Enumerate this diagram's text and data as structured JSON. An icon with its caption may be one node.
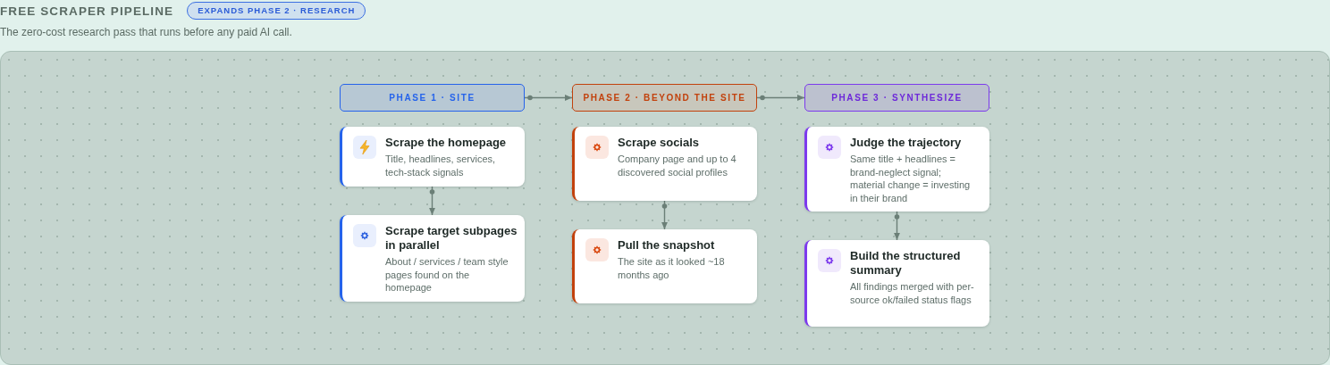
{
  "diagram": {
    "title": "FREE SCRAPER PIPELINE",
    "caption": "The zero-cost research pass that runs before any paid AI call.",
    "nodes": [
      {
        "text": [
          "PHASE 1 · SITE"
        ]
      },
      {
        "text": [
          "Scrape the homepage",
          "Title, headlines, services, tech-stack signals"
        ]
      },
      {
        "text": [
          "Scrape target subpages in parallel",
          "About / services / team style pages found on the homepage"
        ]
      },
      {
        "text": [
          "PHASE 2 · BEYOND THE SITE"
        ]
      },
      {
        "text": [
          "Scrape socials",
          "Company page and up to 4 discovered social profiles"
        ]
      },
      {
        "text": [
          "Pull the snapshot",
          "The site as it looked ~18 months ago"
        ]
      },
      {
        "text": [
          "PHASE 3 · SYNTHESIZE"
        ]
      },
      {
        "text": [
          "Judge the trajectory",
          "Same title + headlines = brand-neglect signal; material change = investing in their brand"
        ]
      },
      {
        "text": [
          "Build the structured summary",
          "All findings merged with per-source ok/failed status flags"
        ]
      }
    ],
    "edges": [
      {
        "from": 0,
        "to": 3,
        "arrow": "to"
      },
      {
        "from": 3,
        "to": 6,
        "arrow": "to"
      },
      {
        "from": 1,
        "to": 2,
        "arrow": "to"
      },
      {
        "from": 4,
        "to": 5,
        "arrow": "to"
      },
      {
        "from": 7,
        "to": 8,
        "arrow": "to"
      }
    ],
    "labels": [
      "EXPANDS PHASE 2 · RESEARCH"
    ]
  }
}
